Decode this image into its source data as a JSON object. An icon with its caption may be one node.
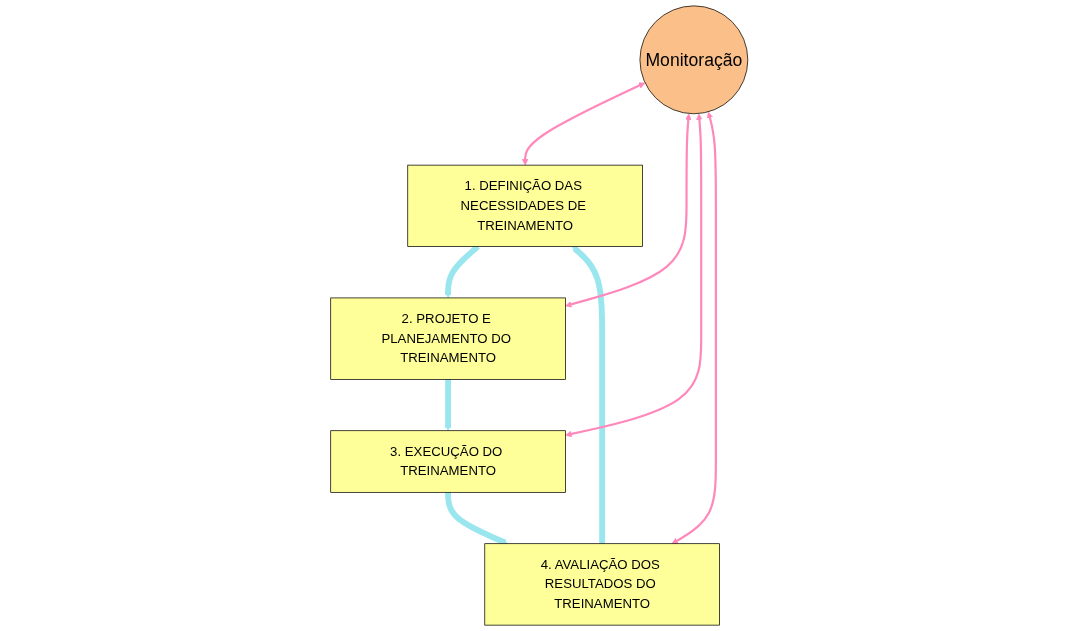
{
  "diagram": {
    "nodes": [
      {
        "text": [
          "1. DEFINIÇÃO DAS NECESSIDADES DE TREINAMENTO"
        ]
      },
      {
        "text": [
          "2. PROJETO E PLANEJAMENTO DO TREINAMENTO"
        ]
      },
      {
        "text": [
          "3. EXECUÇÃO DO TREINAMENTO"
        ]
      },
      {
        "text": [
          "4. AVALIAÇÃO DOS RESULTADOS DO TREINAMENTO"
        ]
      },
      {
        "text": [
          "Monitoração"
        ]
      }
    ],
    "edges": [
      {
        "from": 0,
        "to": 1,
        "arrow": "to",
        "style": "thick",
        "color": "#99e6ee"
      },
      {
        "from": 1,
        "to": 2,
        "arrow": "to",
        "style": "thick",
        "color": "#99e6ee"
      },
      {
        "from": 2,
        "to": 3,
        "arrow": "to",
        "style": "thick",
        "color": "#99e6ee"
      },
      {
        "from": 3,
        "to": 0,
        "arrow": "to",
        "style": "thick",
        "color": "#99e6ee"
      },
      {
        "from": 4,
        "to": 0,
        "arrow": "both",
        "color": "#ff88bb"
      },
      {
        "from": 4,
        "to": 1,
        "arrow": "both",
        "color": "#ff88bb"
      },
      {
        "from": 4,
        "to": 2,
        "arrow": "both",
        "color": "#ff88bb"
      },
      {
        "from": 4,
        "to": 3,
        "arrow": "both",
        "color": "#ff88bb"
      }
    ]
  }
}
